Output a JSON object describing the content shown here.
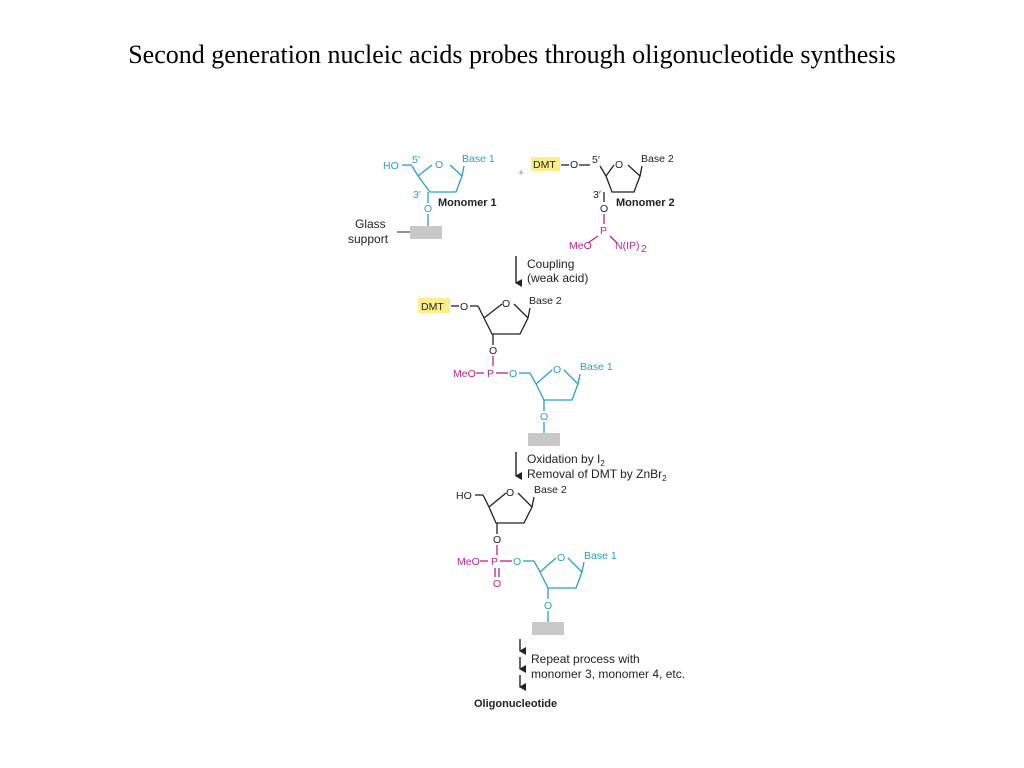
{
  "title": "Second generation nucleic acids probes through oligonucleotide synthesis",
  "colors": {
    "blue": "#2a9fc9",
    "magenta": "#b3278f",
    "black": "#222222",
    "dmt_fill": "#ffee88",
    "support": "#c8c8c8"
  },
  "atoms": {
    "ho": "HO",
    "o": "O",
    "p": "P",
    "meo": "MeO",
    "dmt": "DMT",
    "pos5": "5′",
    "pos3": "3′",
    "n_ip": "N(IP)",
    "sub2": "2",
    "plus": "+"
  },
  "labels": {
    "base1": "Base 1",
    "base2": "Base 2",
    "monomer1": "Monomer 1",
    "monomer2": "Monomer 2",
    "glass_line1": "Glass",
    "glass_line2": "support"
  },
  "steps": {
    "coupling_line1": "Coupling",
    "coupling_line2": "(weak acid)",
    "oxidation_prefix": "Oxidation by I",
    "removal_prefix": "Removal of DMT by ZnBr",
    "repeat_line1": "Repeat process with",
    "repeat_line2": "monomer 3, monomer 4, etc.",
    "final": "Oligonucleotide"
  }
}
